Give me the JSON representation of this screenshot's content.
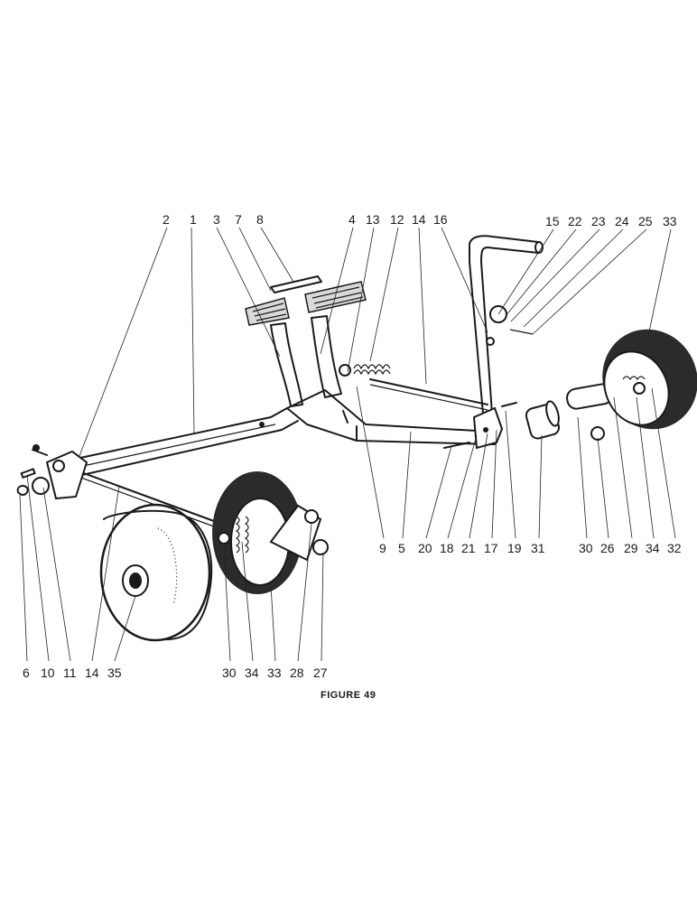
{
  "figure": {
    "caption": "FIGURE 49"
  },
  "callouts": {
    "top": [
      "2",
      "1",
      "3",
      "7",
      "8",
      "4",
      "13",
      "12",
      "14",
      "16",
      "15",
      "22",
      "23",
      "24",
      "25",
      "33"
    ],
    "right_row": [
      "9",
      "5",
      "20",
      "18",
      "21",
      "17",
      "19",
      "31",
      "30",
      "26",
      "29",
      "34",
      "32"
    ],
    "bottom_left": [
      "6",
      "10",
      "11",
      "14",
      "35"
    ],
    "bottom_mid": [
      "30",
      "34",
      "33",
      "28",
      "27"
    ]
  }
}
